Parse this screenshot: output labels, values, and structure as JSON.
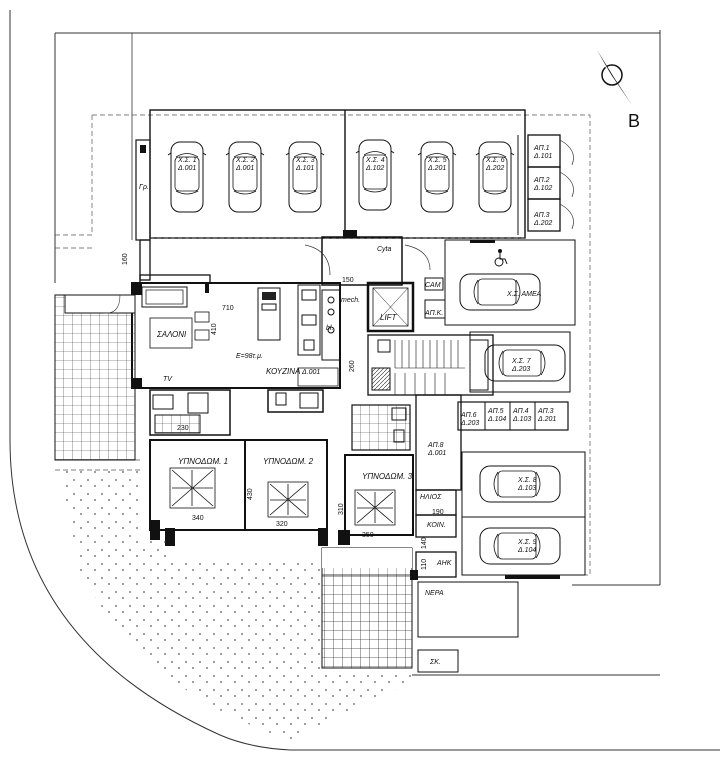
{
  "north_label": "B",
  "parking": [
    {
      "id": "ps1",
      "code": "Χ.Σ. 1",
      "unit": "Δ.001"
    },
    {
      "id": "ps2",
      "code": "Χ.Σ. 2",
      "unit": "Δ.001"
    },
    {
      "id": "ps3",
      "code": "Χ.Σ. 3",
      "unit": "Δ.101"
    },
    {
      "id": "ps4",
      "code": "Χ.Σ. 4",
      "unit": "Δ.102"
    },
    {
      "id": "ps5",
      "code": "Χ.Σ. 5",
      "unit": "Δ.201"
    },
    {
      "id": "ps6",
      "code": "Χ.Σ. 6",
      "unit": "Δ.202"
    },
    {
      "id": "ps_amea",
      "code": "Χ.Σ. ΑΜΕΑ",
      "unit": ""
    },
    {
      "id": "ps7",
      "code": "Χ.Σ. 7",
      "unit": "Δ.203"
    },
    {
      "id": "ps8",
      "code": "Χ.Σ. 8",
      "unit": "Δ.103"
    },
    {
      "id": "ps9",
      "code": "Χ.Σ. 9",
      "unit": "Δ.104"
    }
  ],
  "storage_top": [
    {
      "code": "ΑΠ.1",
      "unit": "Δ.101"
    },
    {
      "code": "ΑΠ.2",
      "unit": "Δ.102"
    },
    {
      "code": "ΑΠ.3",
      "unit": "Δ.202"
    }
  ],
  "storage_mid": [
    {
      "code": "ΑΠ.6",
      "unit": "Δ.203"
    },
    {
      "code": "ΑΠ.5",
      "unit": "Δ.104"
    },
    {
      "code": "ΑΠ.4",
      "unit": "Δ.103"
    },
    {
      "code": "ΑΠ.3",
      "unit": "Δ.201"
    }
  ],
  "storage_8": {
    "code": "ΑΠ.8",
    "unit": "Δ.001"
  },
  "rooms": {
    "saloni": "ΣΑΛΟΝΙ",
    "kouzina": "ΚΟΥΖΙΝΑ",
    "kouzina_unit": "Δ.001",
    "area": "Ε=98τ.μ.",
    "tv": "TV",
    "bed1": "ΥΠΝΟΔΩΜ. 1",
    "bed2": "ΥΠΝΟΔΩΜ. 2",
    "bed3": "ΥΠΝΟΔΩΜ. 3",
    "lift": "LIFT",
    "mech": "mech.",
    "cam": "CAM",
    "apk": "ΑΠ.Κ.",
    "cyta": "Cyta",
    "gr": "Γρ.",
    "hlios": "ΗΛΙΟΣ",
    "koin": "ΚΟΙΝ.",
    "ahk": "ΑΗΚ",
    "nera": "ΝΕΡΑ",
    "sk": "ΣΚ.",
    "bl": "bl."
  },
  "dims": {
    "d710": "710",
    "d410": "410",
    "d150": "150",
    "d160": "160",
    "d260": "260",
    "d230": "230",
    "d430": "430",
    "d340": "340",
    "d320": "320",
    "d310": "310",
    "d350": "350",
    "d190": "190",
    "d140": "140",
    "d110": "110"
  }
}
